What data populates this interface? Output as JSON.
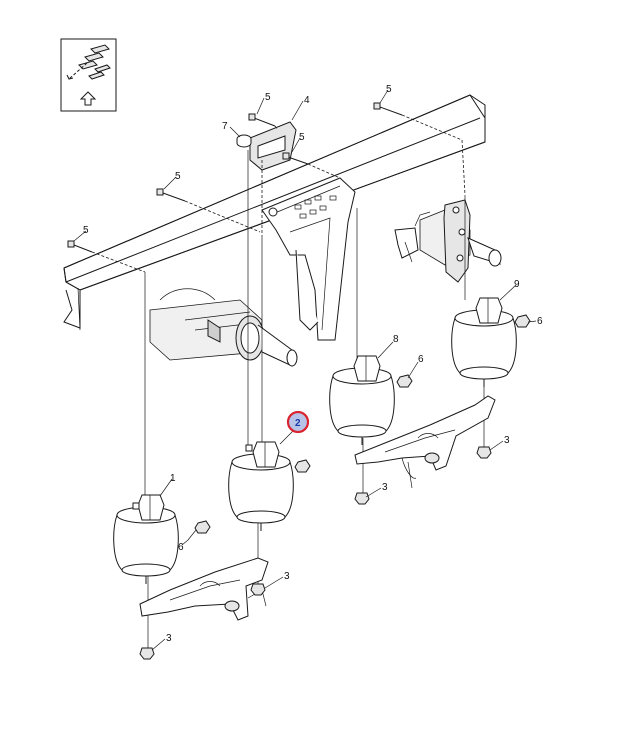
{
  "callouts": [
    {
      "id": "c1",
      "label": "1"
    },
    {
      "id": "c2",
      "label": "2",
      "highlighted": true
    },
    {
      "id": "c3a",
      "label": "3"
    },
    {
      "id": "c3b",
      "label": "3"
    },
    {
      "id": "c3c",
      "label": "3"
    },
    {
      "id": "c3d",
      "label": "3"
    },
    {
      "id": "c4",
      "label": "4"
    },
    {
      "id": "c5a",
      "label": "5"
    },
    {
      "id": "c5b",
      "label": "5"
    },
    {
      "id": "c5c",
      "label": "5"
    },
    {
      "id": "c5d",
      "label": "5"
    },
    {
      "id": "c5e",
      "label": "5"
    },
    {
      "id": "c6a",
      "label": "6"
    },
    {
      "id": "c6b",
      "label": "6"
    },
    {
      "id": "c6c",
      "label": "6"
    },
    {
      "id": "c7",
      "label": "7"
    },
    {
      "id": "c8",
      "label": "8"
    },
    {
      "id": "c9",
      "label": "9"
    }
  ],
  "highlight_color": "#d9232e",
  "highlight_fill": "#b7c4e8",
  "orientation_icon": "front-direction-arrow-icon"
}
